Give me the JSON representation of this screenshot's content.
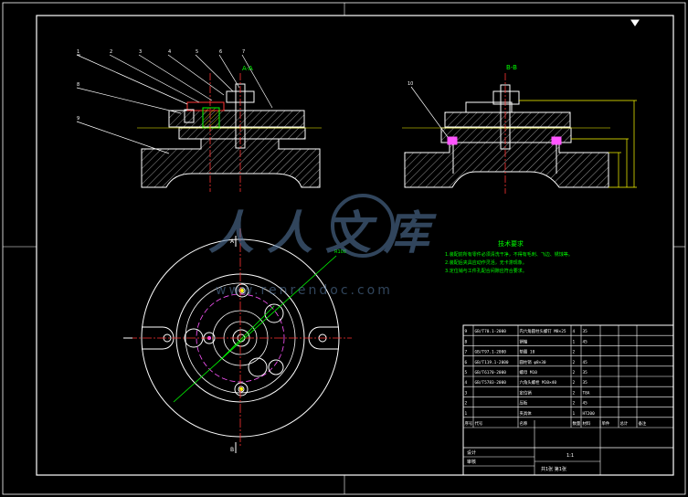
{
  "section_labels": {
    "left": "A-A",
    "right": "B-B"
  },
  "tech_req": {
    "title": "技术要求",
    "lines": [
      "1.装配前所有零件必须清洗干净，不得有毛刺、飞边、锈蚀等。",
      "2.装配后夹具应动作灵活，无卡滞现象。",
      "3.定位销与工件孔配合间隙应符合要求。"
    ]
  },
  "section_marks": {
    "top": "A",
    "bottom": "B"
  },
  "watermark": {
    "brand": "人人文库",
    "url": "www.renrendoc.com"
  },
  "title_block": {
    "header": [
      "序号",
      "代号",
      "名称",
      "数量",
      "材料",
      "单件",
      "总计",
      "备注"
    ],
    "rows": [
      [
        "9",
        "GB/T70.1-2000",
        "内六角圆柱头螺钉 M8×25",
        "4",
        "35",
        "",
        "",
        ""
      ],
      [
        "8",
        "",
        "销轴",
        "1",
        "45",
        "",
        "",
        ""
      ],
      [
        "7",
        "GB/T97.1-2000",
        "垫圈 10",
        "2",
        "",
        "",
        "",
        ""
      ],
      [
        "6",
        "GB/T119.1-2000",
        "圆柱销 φ8×30",
        "2",
        "45",
        "",
        "",
        ""
      ],
      [
        "5",
        "GB/T6170-2000",
        "螺母 M10",
        "2",
        "35",
        "",
        "",
        ""
      ],
      [
        "4",
        "GB/T5783-2000",
        "六角头螺栓 M10×40",
        "2",
        "35",
        "",
        "",
        ""
      ],
      [
        "3",
        "",
        "定位销",
        "2",
        "T8A",
        "",
        "",
        ""
      ],
      [
        "2",
        "",
        "压板",
        "2",
        "45",
        "",
        "",
        ""
      ],
      [
        "1",
        "",
        "夹具体",
        "1",
        "HT200",
        "",
        "",
        ""
      ]
    ],
    "bottom": {
      "designer": "设计",
      "checker": "审核",
      "scale": "1:1",
      "sheet": "共1张 第1张"
    }
  }
}
